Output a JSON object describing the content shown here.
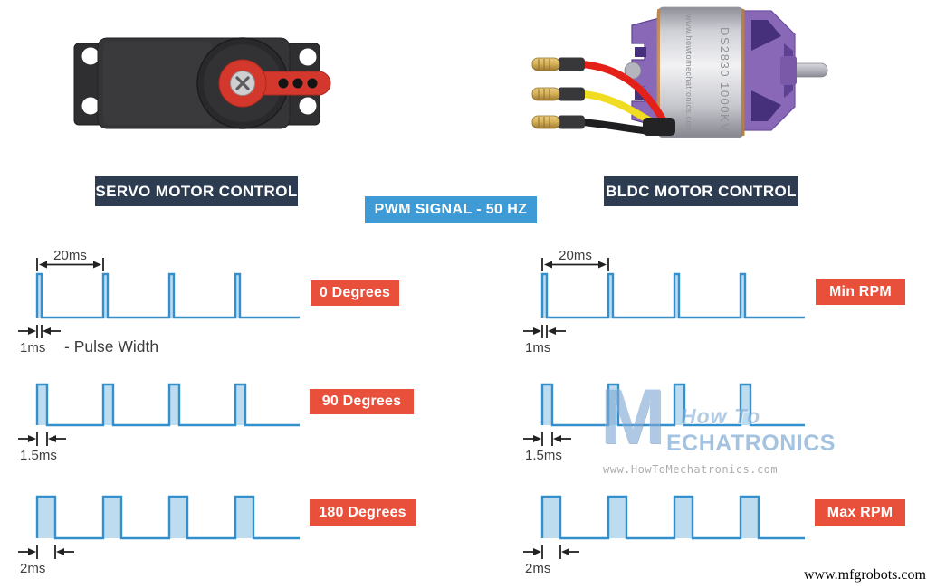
{
  "colors": {
    "navy": "#2d3c50",
    "banner_blue": "#3e9bd5",
    "tag_red": "#e8503c",
    "wave_stroke": "#3390cc",
    "wave_fill": "#bedcf0",
    "annotation_line": "#222222",
    "annotation_text": "#3d3d3d",
    "servo_body": "#2f2f31",
    "servo_horn_red": "#d4372c",
    "bldc_purple": "#8a68b8",
    "bldc_purple_dark": "#46307c",
    "watermark_blue": "#7fa9d4",
    "watermark_gray": "#7d7b78"
  },
  "servo": {
    "caption": "SERVO MOTOR CONTROL"
  },
  "bldc": {
    "caption": "BLDC MOTOR CONTROL",
    "model_text": "DS2830 1000KV",
    "brand_text": "www.howtomechatronics.com"
  },
  "signal": {
    "banner": "PWM SIGNAL - 50 HZ",
    "frequency_hz": 50,
    "period_ms": 20,
    "period_label": "20ms",
    "pulse_width_note": "- Pulse Width",
    "pulses_shown_per_row": 4,
    "rows": [
      {
        "pulse_ms": 1,
        "pulse_label": "1ms",
        "left_tag": "0 Degrees",
        "right_tag": "Min RPM"
      },
      {
        "pulse_ms": 1.5,
        "pulse_label": "1.5ms",
        "left_tag": "90 Degrees",
        "right_tag": ""
      },
      {
        "pulse_ms": 2,
        "pulse_label": "2ms",
        "left_tag": "180 Degrees",
        "right_tag": "Max RPM"
      }
    ]
  },
  "watermark": {
    "m": "M",
    "line1": "How To",
    "line2": "ECHATRONICS",
    "url": "www.HowToMechatronics.com"
  },
  "footer": {
    "site": "www.mfgrobots.com"
  }
}
